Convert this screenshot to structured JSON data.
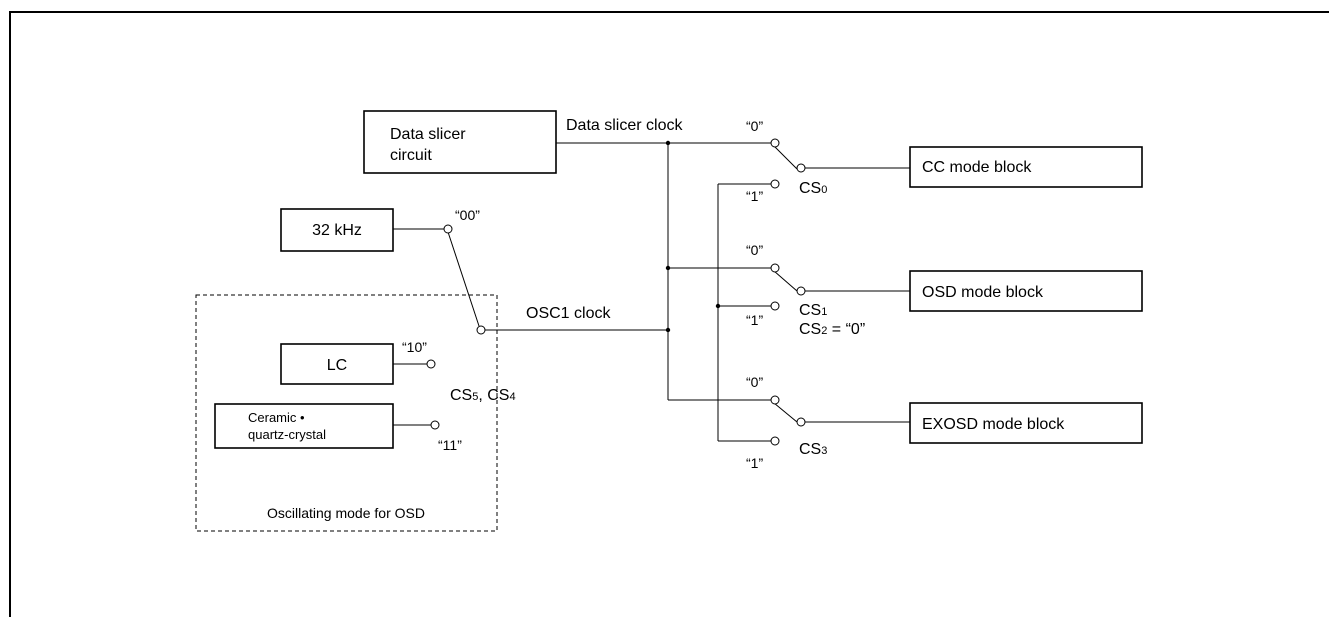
{
  "blocks": {
    "data_slicer_line1": "Data slicer",
    "data_slicer_line2": "circuit",
    "osc_32khz": "32 kHz",
    "lc": "LC",
    "ceramic_line1": "Ceramic •",
    "ceramic_line2": "quartz-crystal",
    "cc_mode": "CC mode block",
    "osd_mode": "OSD mode block",
    "exosd_mode": "EXOSD mode block"
  },
  "signals": {
    "data_slicer_clock": "Data slicer clock",
    "osc1_clock": "OSC1 clock"
  },
  "selector": {
    "sel_00": "“00”",
    "sel_10": "“10”",
    "sel_11": "“11”",
    "cs_prefix": "CS",
    "cs5_sub": "5",
    "cs_sep": ", CS",
    "cs4_sub": "4",
    "region_label": "Oscillating mode for OSD"
  },
  "switches": {
    "s0_zero": "“0”",
    "s0_one": "“1”",
    "s0_sub": "0",
    "s1_zero": "“0”",
    "s1_one": "“1”",
    "s1_sub": "1",
    "s2_sub": "2",
    "s2_value": " = “0”",
    "s3_zero": "“0”",
    "s3_one": "“1”",
    "s3_sub": "3",
    "cs_prefix": "CS"
  }
}
